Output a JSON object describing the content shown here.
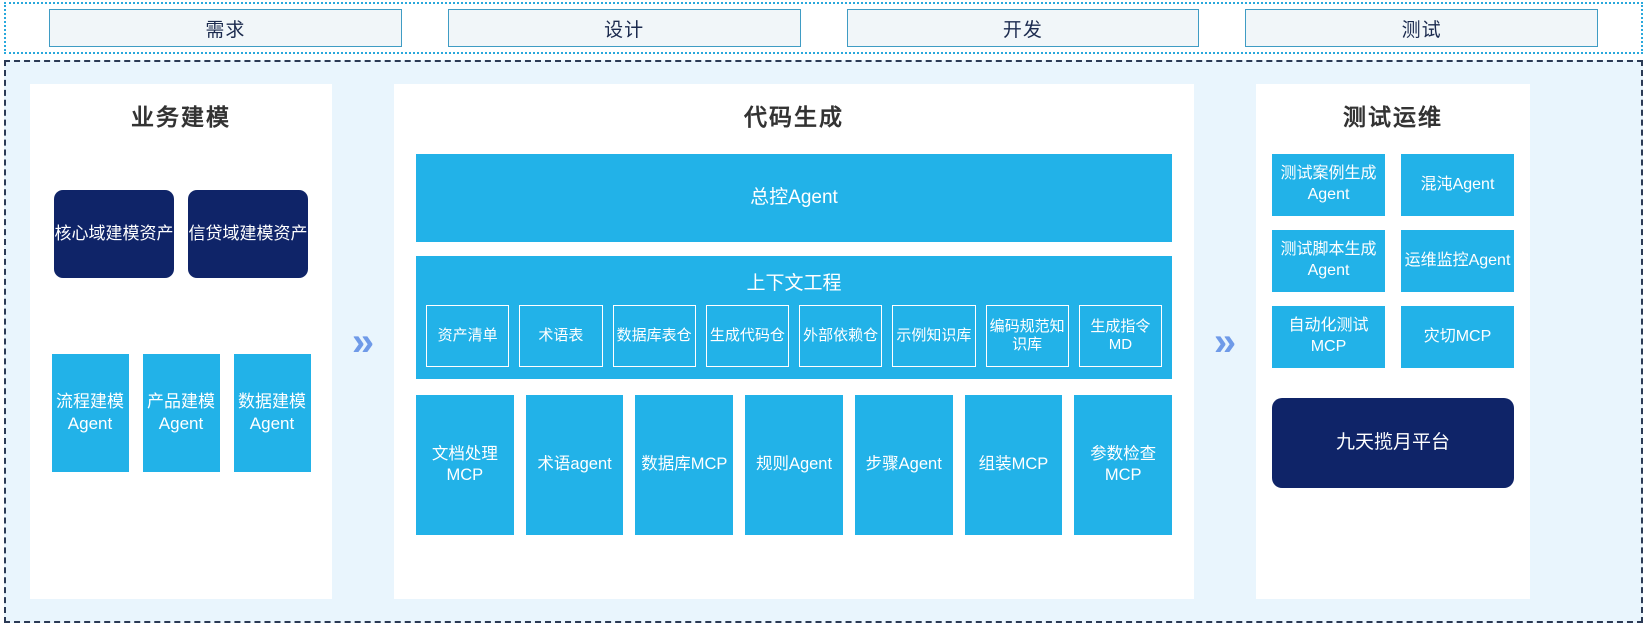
{
  "phases": {
    "items": [
      {
        "label": "需求"
      },
      {
        "label": "设计"
      },
      {
        "label": "开发"
      },
      {
        "label": "测试"
      }
    ]
  },
  "arrows": {
    "glyph": "»"
  },
  "colors": {
    "navy": "#0f2468",
    "cyan": "#22b2e8",
    "arrow": "#6f9ae8",
    "panel_bg": "#e9f5fd",
    "phase_bg": "#f1f6f9",
    "phase_border": "#3f9cc4",
    "title_text": "#333333"
  },
  "business_modeling": {
    "title": "业务建模",
    "assets": [
      {
        "label": "核心域建模资产"
      },
      {
        "label": "信贷域建模资产"
      }
    ],
    "agents": [
      {
        "label": "流程建模Agent"
      },
      {
        "label": "产品建模Agent"
      },
      {
        "label": "数据建模Agent"
      }
    ]
  },
  "code_generation": {
    "title": "代码生成",
    "master_agent": "总控Agent",
    "context_engineering": {
      "title": "上下文工程",
      "items": [
        {
          "label": "资产清单"
        },
        {
          "label": "术语表"
        },
        {
          "label": "数据库表仓"
        },
        {
          "label": "生成代码仓"
        },
        {
          "label": "外部依赖仓"
        },
        {
          "label": "示例知识库"
        },
        {
          "label": "编码规范知识库"
        },
        {
          "label": "生成指令MD"
        }
      ]
    },
    "tools": [
      {
        "label": "文档处理MCP"
      },
      {
        "label": "术语agent"
      },
      {
        "label": "数据库MCP"
      },
      {
        "label": "规则Agent"
      },
      {
        "label": "步骤Agent"
      },
      {
        "label": "组装MCP"
      },
      {
        "label": "参数检查MCP"
      }
    ]
  },
  "test_ops": {
    "title": "测试运维",
    "items": [
      {
        "label": "测试案例生成Agent"
      },
      {
        "label": "混沌Agent"
      },
      {
        "label": "测试脚本生成Agent"
      },
      {
        "label": "运维监控Agent"
      },
      {
        "label": "自动化测试MCP"
      },
      {
        "label": "灾切MCP"
      }
    ],
    "platform": "九天揽月平台"
  }
}
